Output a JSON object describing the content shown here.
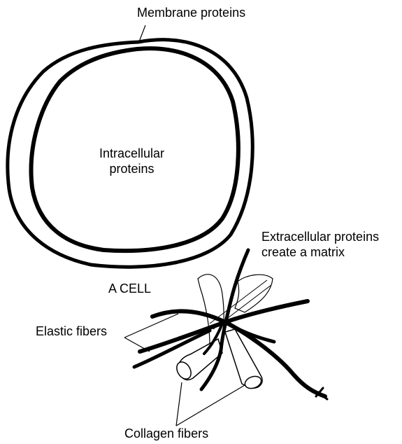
{
  "colors": {
    "ink": "#000000",
    "paper": "#ffffff",
    "fiber_fill": "#ffffff"
  },
  "labels": {
    "membrane": "Membrane proteins",
    "intracellular_line1": "Intracellular",
    "intracellular_line2": "proteins",
    "extracellular_line1": "Extracellular proteins",
    "extracellular_line2": "create a matrix",
    "cell": "A CELL",
    "elastic": "Elastic fibers",
    "collagen": "Collagen fibers"
  }
}
